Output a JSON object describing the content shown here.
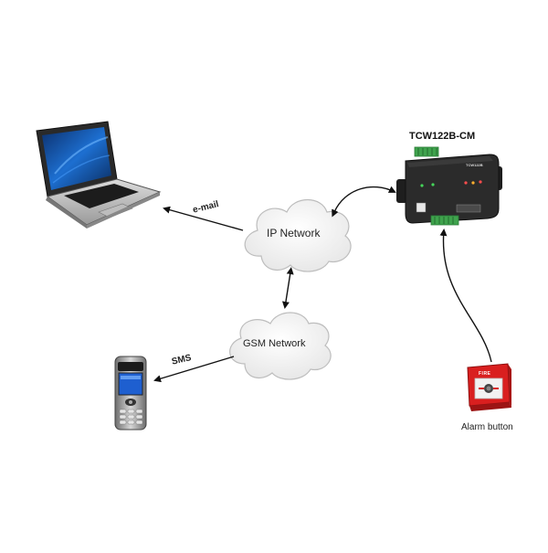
{
  "device": {
    "title": "TCW122B-CM",
    "model_tag": "TCW122B"
  },
  "clouds": {
    "ip": "IP Network",
    "gsm": "GSM Network"
  },
  "links": {
    "email": "e-mail",
    "sms": "SMS"
  },
  "alarm": {
    "label": "Alarm button",
    "fire_text": "FIRE"
  },
  "colors": {
    "device_body": "#2b2b2b",
    "terminal_green": "#3fa34d",
    "alarm_red": "#d91f1f",
    "cloud_fill": "#f3f3f3",
    "laptop_screen": "#1d5fb8"
  }
}
